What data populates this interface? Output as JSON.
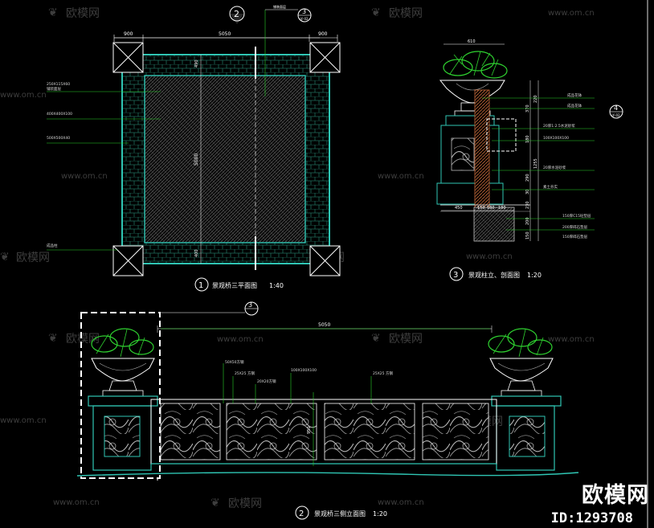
{
  "watermark": {
    "brand": "欧模网",
    "url": "www.om.cn",
    "id": "ID:1293708"
  },
  "plan": {
    "number": "1",
    "title": "景观桥三平面图",
    "scale": "1:40",
    "dims": {
      "left": "900",
      "middle": "5050",
      "right": "900",
      "height": "5000",
      "post_top": "490",
      "post_bottom": "400"
    },
    "section_marker": {
      "number": "2",
      "sheet": ""
    },
    "detail_marker": {
      "number": "3",
      "sheet": "详-02"
    },
    "detail_tag": "铺装面层",
    "notes": [
      "250X115X60",
      "400X400X100",
      "500X500X40",
      "铺装面层"
    ],
    "post_note": "成品柱"
  },
  "detail": {
    "number": "3",
    "title": "景观柱立、剖面图",
    "scale": "1:20",
    "top_dim": "610",
    "bottom_dims": [
      "450",
      "150",
      "180",
      "180"
    ],
    "marker": {
      "number": "4",
      "sheet": "详-02"
    },
    "vertical_dims": [
      "220",
      "370",
      "180",
      "1255",
      "290",
      "30",
      "230",
      "200",
      "150"
    ],
    "notes": [
      "成品花钵",
      "成品花钵",
      "20厚1:2.5水泥砂浆",
      "100X100X100",
      "20厚水泥砂浆",
      "素土夯实",
      "150厚C15砼垫层",
      "200厚碎石垫层",
      "150厚碎石垫层"
    ]
  },
  "elevation": {
    "number": "2",
    "title": "景观桥三侧立面图",
    "scale": "1:20",
    "width_dim": "5050",
    "detail_marker": {
      "number": "3",
      "sheet": ""
    },
    "labels": [
      "50X50方钢",
      "25X25 方钢",
      "20X20方钢",
      "100X100X100",
      "25X25 方钢"
    ],
    "height_dim": "950"
  }
}
